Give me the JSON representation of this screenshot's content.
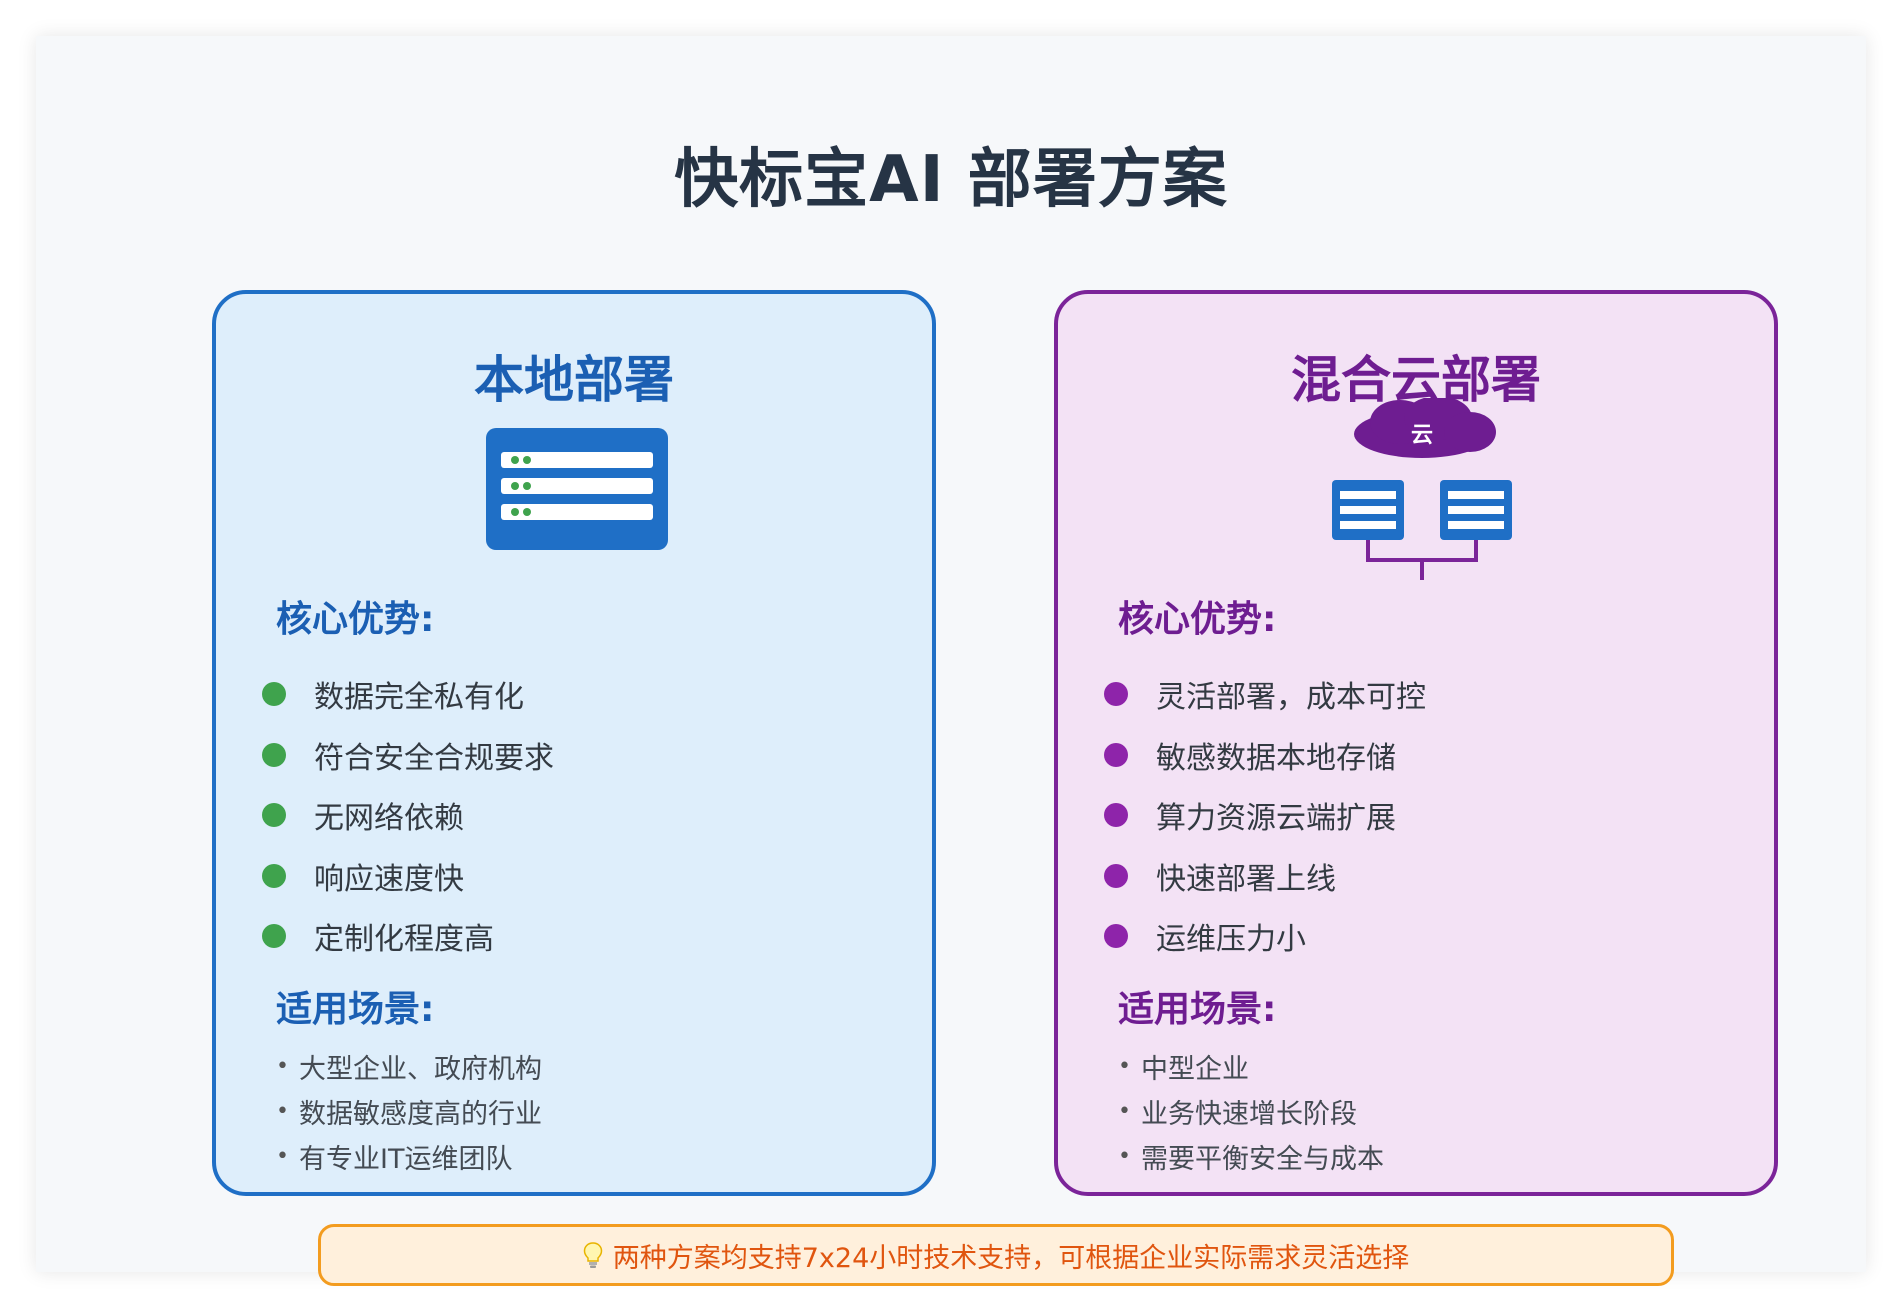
{
  "title": "快标宝AI 部署方案",
  "colors": {
    "local_accent": "#1f6fc6",
    "local_bg": "#deeefb",
    "hybrid_accent": "#7b2499",
    "hybrid_bg": "#f3e2f5",
    "local_dot": "#3fa34d",
    "hybrid_dot": "#8e24aa",
    "note_border": "#f39c1f",
    "note_text": "#e0550f"
  },
  "local": {
    "title": "本地部署",
    "icon": "server-rack-icon",
    "advantages_heading": "核心优势:",
    "advantages": [
      "数据完全私有化",
      "符合安全合规要求",
      "无网络依赖",
      "响应速度快",
      "定制化程度高"
    ],
    "scenarios_heading": "适用场景:",
    "scenarios": [
      "大型企业、政府机构",
      "数据敏感度高的行业",
      "有专业IT运维团队"
    ]
  },
  "hybrid": {
    "title": "混合云部署",
    "icon": "hybrid-cloud-icon",
    "cloud_label": "云",
    "advantages_heading": "核心优势:",
    "advantages": [
      "灵活部署，成本可控",
      "敏感数据本地存储",
      "算力资源云端扩展",
      "快速部署上线",
      "运维压力小"
    ],
    "scenarios_heading": "适用场景:",
    "scenarios": [
      "中型企业",
      "业务快速增长阶段",
      "需要平衡安全与成本"
    ]
  },
  "bullet_char": "•",
  "note": {
    "icon": "lightbulb-icon",
    "text": "两种方案均支持7x24小时技术支持，可根据企业实际需求灵活选择"
  }
}
